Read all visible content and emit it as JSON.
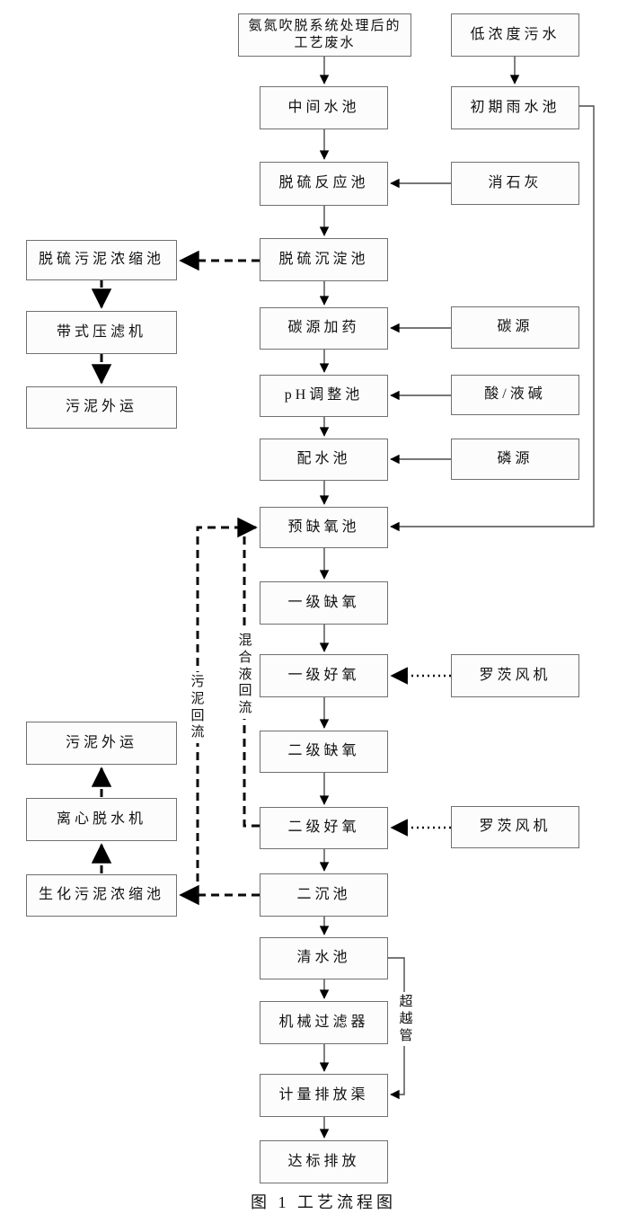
{
  "figure": {
    "caption": "图 1  工艺流程图"
  },
  "colors": {
    "box_border": "#707070",
    "box_fill": "#fcfcfc",
    "solid_line": "#4a4a4a",
    "dashed_line": "#0a0a0a",
    "arrowhead": "#000000"
  },
  "nodes": {
    "feed": "氨氮吹脱系统处理后的工艺废水",
    "low_conc_sewage": "低浓度污水",
    "intermediate_tank": "中间水池",
    "initial_rain_tank": "初期雨水池",
    "desulf_reaction_tank": "脱硫反应池",
    "slaked_lime": "消石灰",
    "desulf_sludge_thickener": "脱硫污泥浓缩池",
    "desulf_sedimentation_tank": "脱硫沉淀池",
    "belt_filter_press": "带式压滤机",
    "carbon_dosing": "碳源加药",
    "carbon_source": "碳源",
    "sludge_outhaul_top": "污泥外运",
    "ph_adjust_tank": "pH调整池",
    "acid_alkali": "酸/液碱",
    "distribution_tank": "配水池",
    "phosphorus_source": "磷源",
    "pre_anoxic_tank": "预缺氧池",
    "anoxic_1": "一级缺氧",
    "aerobic_1": "一级好氧",
    "roots_blower_1": "罗茨风机",
    "anoxic_2": "二级缺氧",
    "sludge_outhaul_bottom": "污泥外运",
    "centrifuge": "离心脱水机",
    "aerobic_2": "二级好氧",
    "roots_blower_2": "罗茨风机",
    "bio_sludge_thickener": "生化污泥浓缩池",
    "secondary_clarifier": "二沉池",
    "clean_water_tank": "清水池",
    "mechanical_filter": "机械过滤器",
    "metering_channel": "计量排放渠",
    "discharge": "达标排放"
  },
  "edge_labels": {
    "sludge_return": "污泥回流",
    "mixed_liquor_return": "混合液回流",
    "bypass_pipe": "超越管"
  },
  "edges": [
    {
      "from": "feed",
      "to": "intermediate_tank",
      "style": "solid"
    },
    {
      "from": "low_conc_sewage",
      "to": "initial_rain_tank",
      "style": "solid"
    },
    {
      "from": "intermediate_tank",
      "to": "desulf_reaction_tank",
      "style": "solid"
    },
    {
      "from": "slaked_lime",
      "to": "desulf_reaction_tank",
      "style": "solid"
    },
    {
      "from": "desulf_reaction_tank",
      "to": "desulf_sedimentation_tank",
      "style": "solid"
    },
    {
      "from": "desulf_sedimentation_tank",
      "to": "desulf_sludge_thickener",
      "style": "dashed"
    },
    {
      "from": "desulf_sludge_thickener",
      "to": "belt_filter_press",
      "style": "dashed"
    },
    {
      "from": "belt_filter_press",
      "to": "sludge_outhaul_top",
      "style": "dashed"
    },
    {
      "from": "desulf_sedimentation_tank",
      "to": "carbon_dosing",
      "style": "solid"
    },
    {
      "from": "carbon_source",
      "to": "carbon_dosing",
      "style": "solid"
    },
    {
      "from": "carbon_dosing",
      "to": "ph_adjust_tank",
      "style": "solid"
    },
    {
      "from": "acid_alkali",
      "to": "ph_adjust_tank",
      "style": "solid"
    },
    {
      "from": "ph_adjust_tank",
      "to": "distribution_tank",
      "style": "solid"
    },
    {
      "from": "phosphorus_source",
      "to": "distribution_tank",
      "style": "solid"
    },
    {
      "from": "distribution_tank",
      "to": "pre_anoxic_tank",
      "style": "solid"
    },
    {
      "from": "initial_rain_tank",
      "to": "pre_anoxic_tank",
      "style": "solid"
    },
    {
      "from": "pre_anoxic_tank",
      "to": "anoxic_1",
      "style": "solid"
    },
    {
      "from": "anoxic_1",
      "to": "aerobic_1",
      "style": "solid"
    },
    {
      "from": "roots_blower_1",
      "to": "aerobic_1",
      "style": "dotted"
    },
    {
      "from": "aerobic_1",
      "to": "anoxic_2",
      "style": "solid"
    },
    {
      "from": "anoxic_2",
      "to": "aerobic_2",
      "style": "solid"
    },
    {
      "from": "roots_blower_2",
      "to": "aerobic_2",
      "style": "dotted"
    },
    {
      "from": "aerobic_2",
      "to": "pre_anoxic_tank",
      "style": "dashed",
      "label": "混合液回流"
    },
    {
      "from": "aerobic_2",
      "to": "secondary_clarifier",
      "style": "solid"
    },
    {
      "from": "secondary_clarifier",
      "to": "bio_sludge_thickener",
      "style": "dashed"
    },
    {
      "from": "secondary_clarifier",
      "to": "pre_anoxic_tank",
      "style": "dashed",
      "label": "污泥回流"
    },
    {
      "from": "bio_sludge_thickener",
      "to": "centrifuge",
      "style": "dashed"
    },
    {
      "from": "centrifuge",
      "to": "sludge_outhaul_bottom",
      "style": "dashed"
    },
    {
      "from": "secondary_clarifier",
      "to": "clean_water_tank",
      "style": "solid"
    },
    {
      "from": "clean_water_tank",
      "to": "mechanical_filter",
      "style": "solid"
    },
    {
      "from": "clean_water_tank",
      "to": "metering_channel",
      "style": "solid",
      "label": "超越管"
    },
    {
      "from": "mechanical_filter",
      "to": "metering_channel",
      "style": "solid"
    },
    {
      "from": "metering_channel",
      "to": "discharge",
      "style": "solid"
    }
  ]
}
